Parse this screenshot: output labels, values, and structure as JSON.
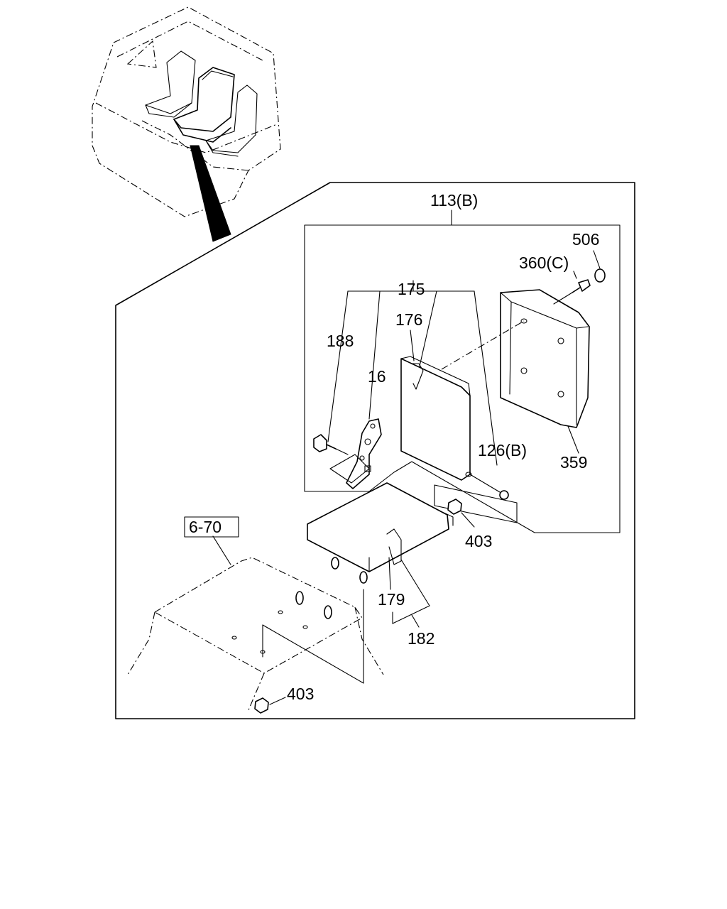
{
  "labels": {
    "assembly": "113(B)",
    "p506": "506",
    "p360c": "360(C)",
    "p175": "175",
    "p176": "176",
    "p188": "188",
    "p16": "16",
    "p126b": "126(B)",
    "p359": "359",
    "p403_upper": "403",
    "p670": "6-70",
    "p179": "179",
    "p182": "182",
    "p403_lower": "403"
  }
}
